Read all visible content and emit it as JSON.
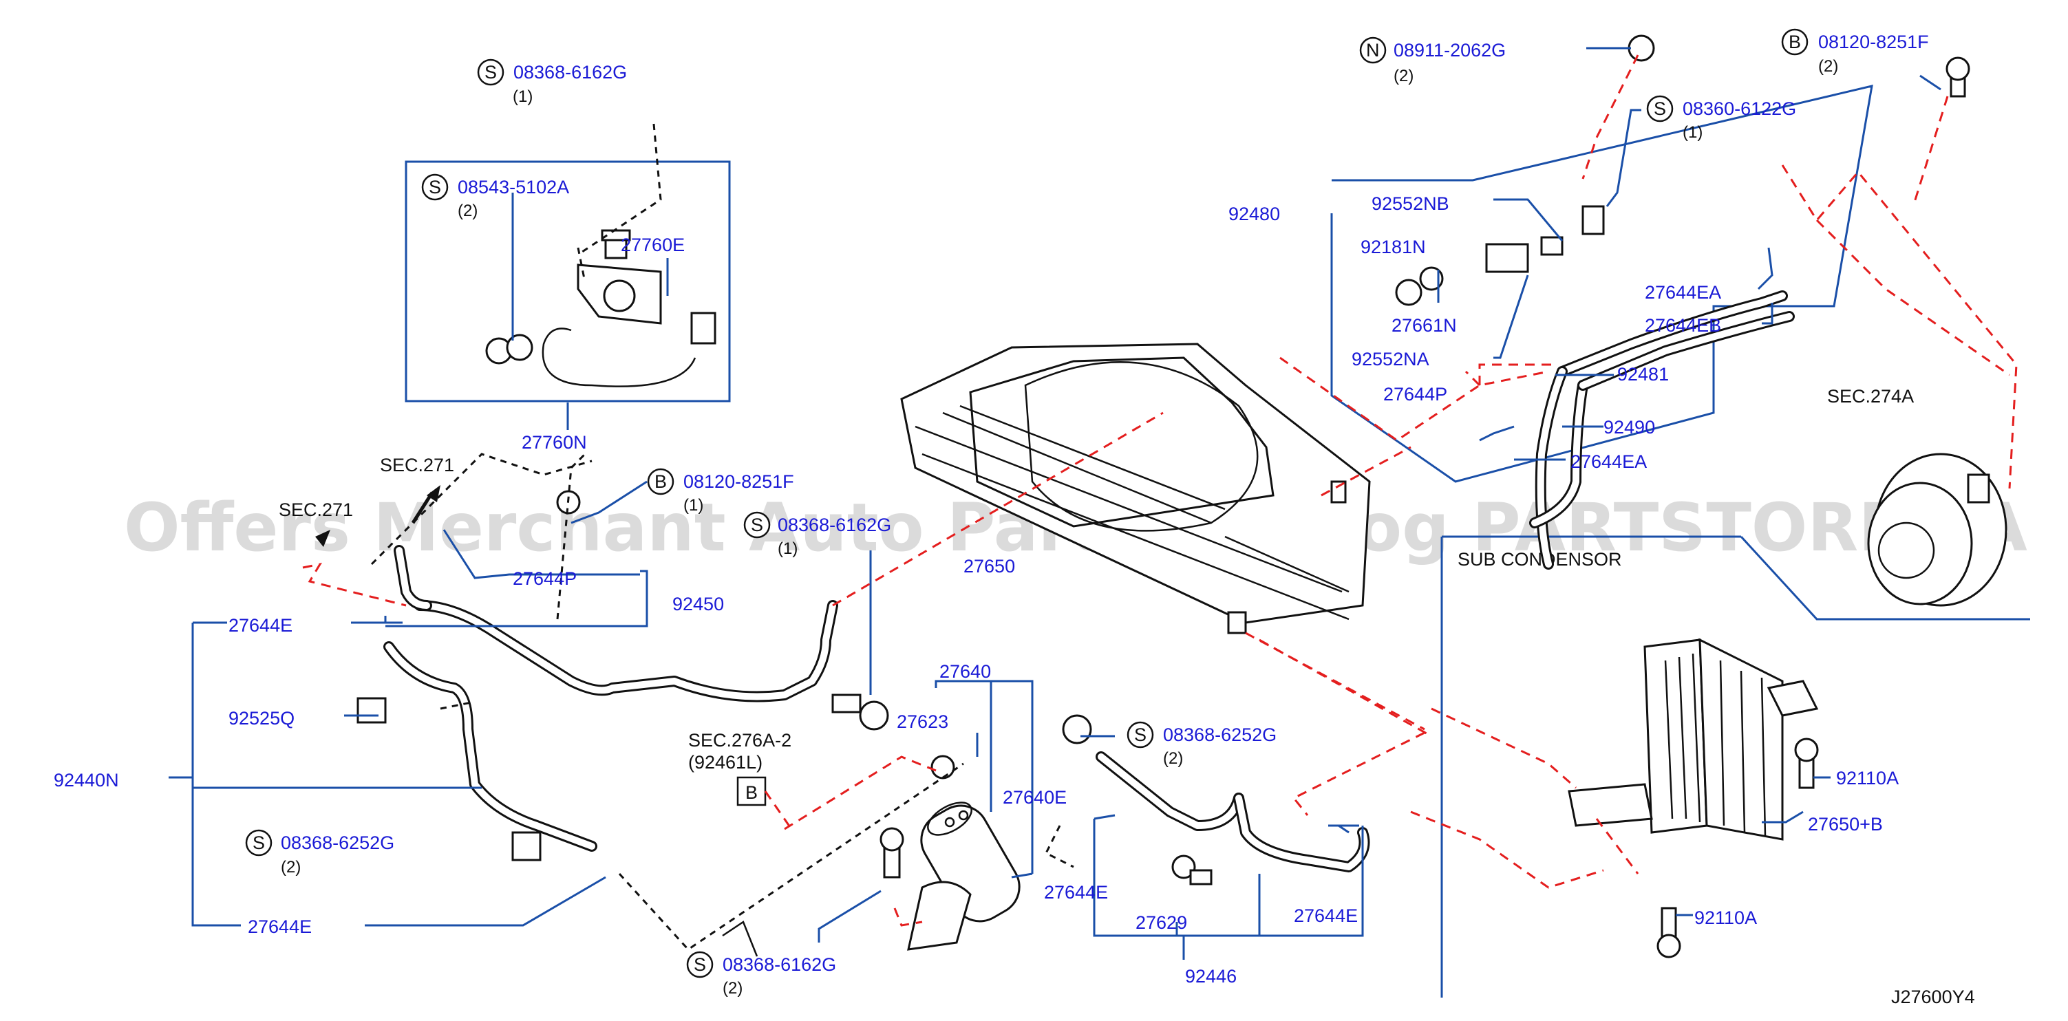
{
  "diagram_id": "J27600Y4",
  "watermark": "Offers Merchant Auto Parts Catalog PARTSTORE.SA",
  "section_titles": {
    "sub_condensor": "SUB   CONDENSOR"
  },
  "references": {
    "sec271a": "SEC.271",
    "sec271b": "SEC.271",
    "sec274a": "SEC.274A",
    "sec276a2": "SEC.276A-2",
    "sec276a2_sub": "(92461L)",
    "box_b": "B"
  },
  "fasteners": {
    "f1": {
      "badge": "S",
      "part": "08368-6162G",
      "qty": "(1)"
    },
    "f2": {
      "badge": "S",
      "part": "08543-5102A",
      "qty": "(2)"
    },
    "f3": {
      "badge": "B",
      "part": "08120-8251F",
      "qty": "(1)"
    },
    "f4": {
      "badge": "S",
      "part": "08368-6162G",
      "qty": "(1)"
    },
    "f5": {
      "badge": "S",
      "part": "08368-6252G",
      "qty": "(2)"
    },
    "f6": {
      "badge": "S",
      "part": "08368-6252G",
      "qty": "(2)"
    },
    "f7": {
      "badge": "S",
      "part": "08368-6162G",
      "qty": "(2)"
    },
    "f8": {
      "badge": "N",
      "part": "08911-2062G",
      "qty": "(2)"
    },
    "f9": {
      "badge": "S",
      "part": "08360-6122G",
      "qty": "(1)"
    },
    "f10": {
      "badge": "B",
      "part": "08120-8251F",
      "qty": "(2)"
    }
  },
  "parts": {
    "p27760E": "27760E",
    "p27760N": "27760N",
    "p27644P_left": "27644P",
    "p92450": "92450",
    "p27644E_1": "27644E",
    "p92525Q": "92525Q",
    "p92440N": "92440N",
    "p27644E_2": "27644E",
    "p27650": "27650",
    "p27640": "27640",
    "p27623": "27623",
    "p27640E": "27640E",
    "p27644E_3": "27644E",
    "p27629": "27629",
    "p27644E_4": "27644E",
    "p92446": "92446",
    "p92480": "92480",
    "p92552NB": "92552NB",
    "p92181N": "92181N",
    "p27661N": "27661N",
    "p92552NA": "92552NA",
    "p27644P_right": "27644P",
    "p92481": "92481",
    "p92490": "92490",
    "p27644EA_1": "27644EA",
    "p27644EB": "27644EB",
    "p27644EA_2": "27644EA",
    "p92110A_1": "92110A",
    "p27650B": "27650+B",
    "p92110A_2": "92110A"
  }
}
